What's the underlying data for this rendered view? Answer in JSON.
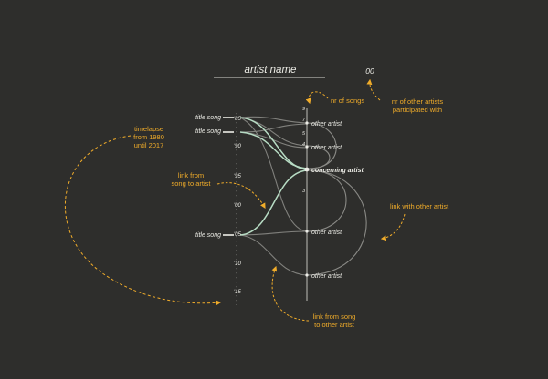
{
  "title": "artist name",
  "other_artist_count": "00",
  "timeline": {
    "years": [
      "'85",
      "'90",
      "'95",
      "'00",
      "'05",
      "'10",
      "'15"
    ]
  },
  "songs": [
    {
      "label": "title song",
      "year": "'85"
    },
    {
      "label": "title song",
      "year": ""
    },
    {
      "label": "title song",
      "year": "'05"
    }
  ],
  "song_counts": [
    "9",
    "7",
    "5",
    "4",
    "3"
  ],
  "artists": {
    "other": [
      "other artist",
      "other artist",
      "other artist",
      "other artist"
    ],
    "concerning": "concerning artist"
  },
  "annotations": {
    "timelapse": [
      "timelapse",
      "from 1980",
      "until 2017"
    ],
    "nr_of_songs": [
      "nr of songs"
    ],
    "nr_other_artists": [
      "nr of other artists",
      "participated with"
    ],
    "link_song_artist": [
      "link from",
      "song to artist"
    ],
    "link_other_artist": [
      "link with other artist"
    ],
    "link_song_other": [
      "link from song",
      "to other artist"
    ]
  },
  "colors": {
    "background": "#2e2e2c",
    "text": "#ecece6",
    "annotation": "#f0ac2a",
    "song_link": "#b7dcc4",
    "other_link": "#8a8a86"
  }
}
